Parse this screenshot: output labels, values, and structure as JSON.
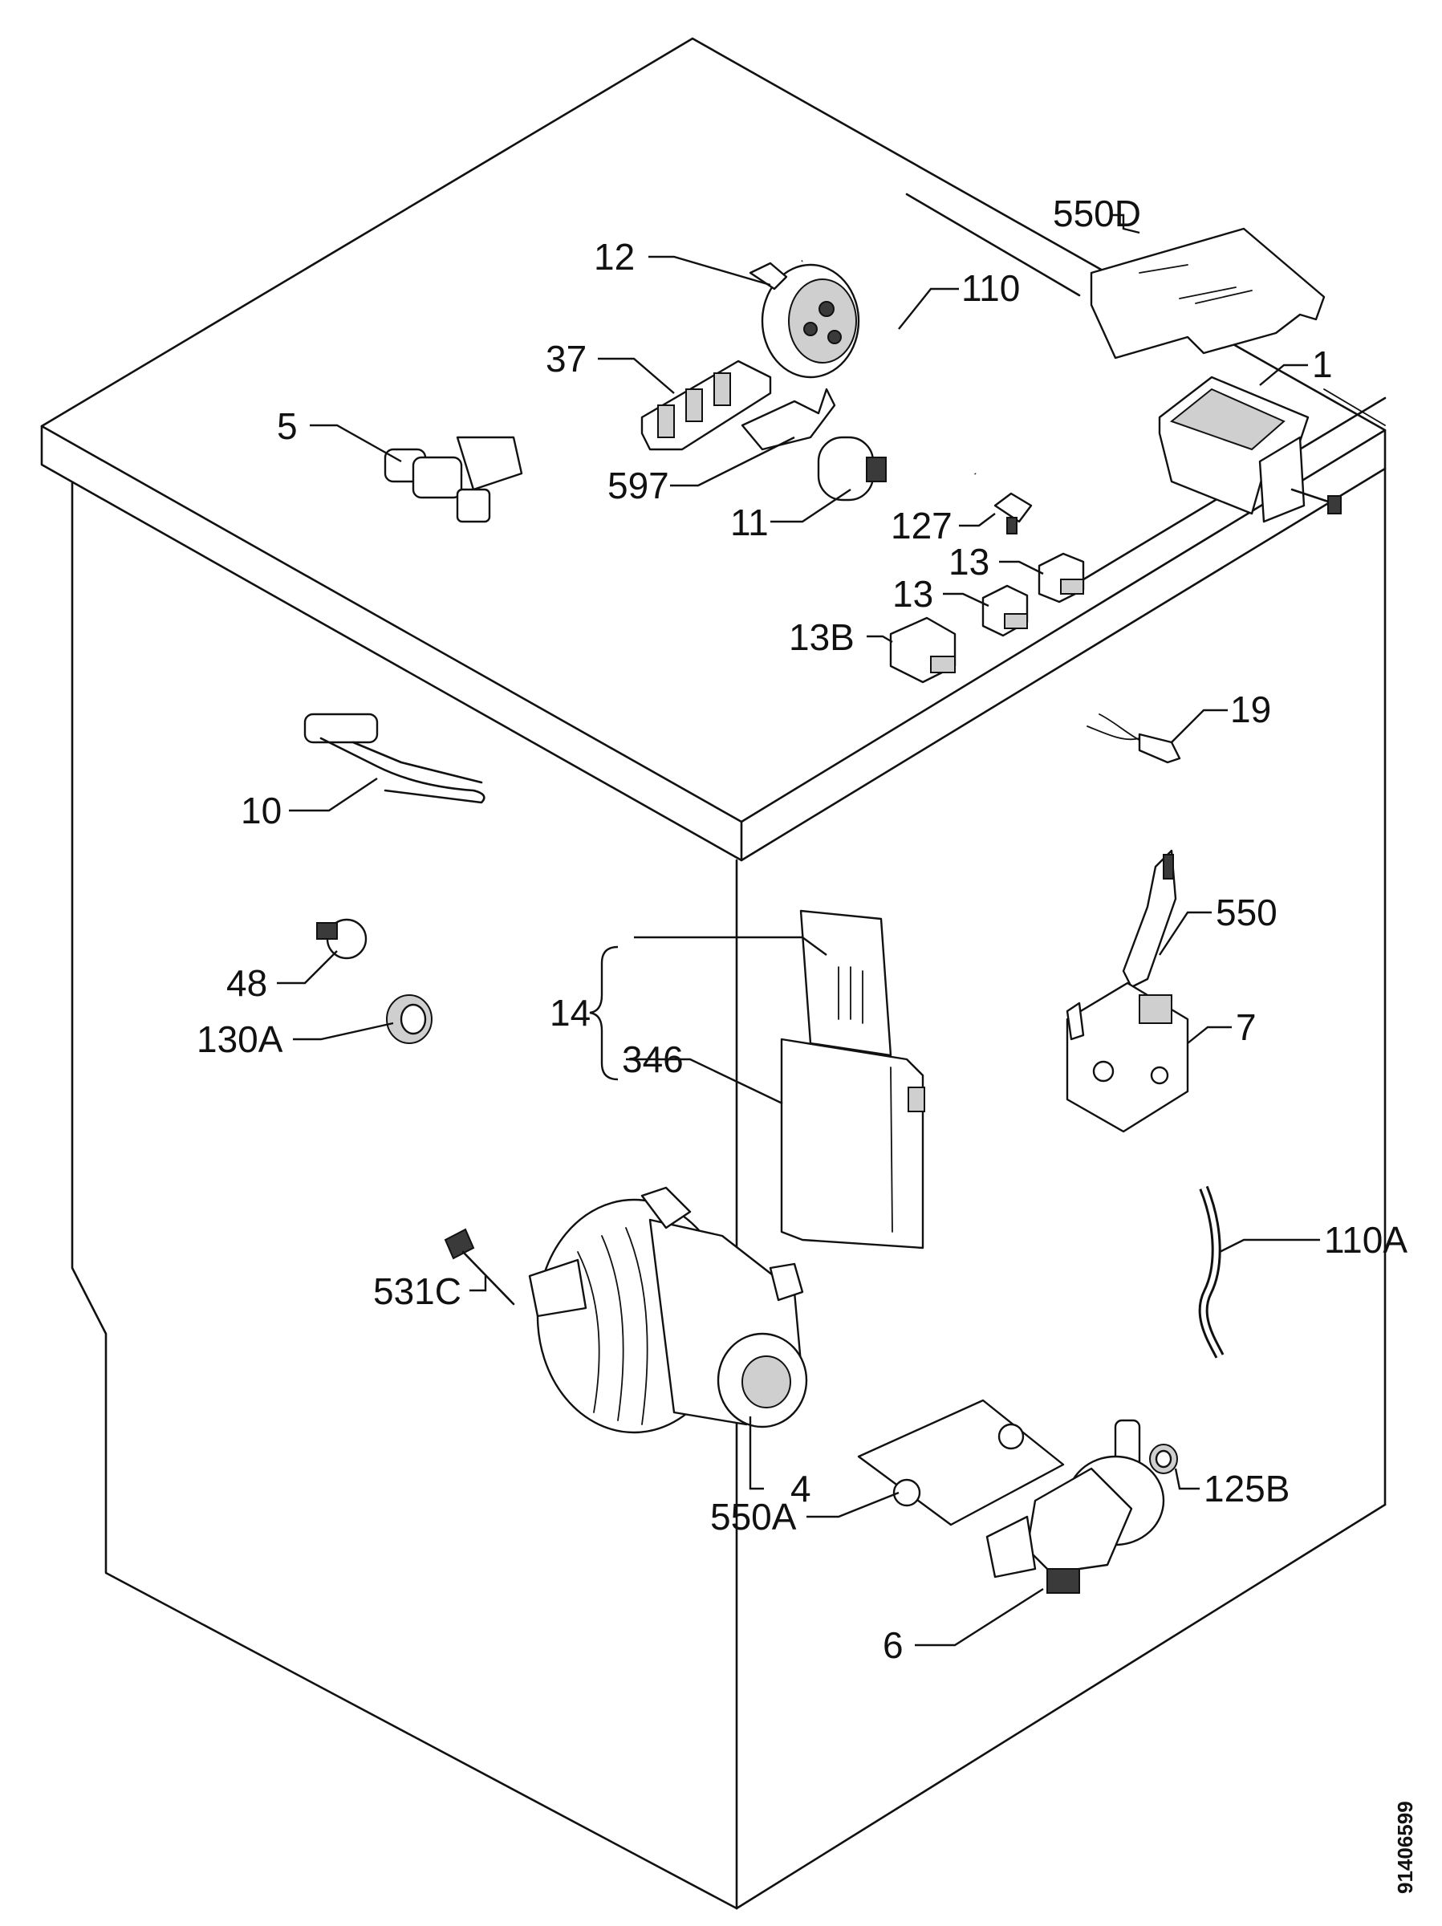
{
  "labels": {
    "l550d": "550D",
    "l12": "12",
    "l110": "110",
    "l37": "37",
    "l1": "1",
    "l5": "5",
    "l597": "597",
    "l11": "11",
    "l127": "127",
    "l13a": "13",
    "l13b": "13",
    "l13B": "13B",
    "l19": "19",
    "l10": "10",
    "l550": "550",
    "l48": "48",
    "l14": "14",
    "l130a": "130A",
    "l7": "7",
    "l346": "346",
    "l110a": "110A",
    "l531c": "531C",
    "l4": "4",
    "l125b": "125B",
    "l550a": "550A",
    "l6": "6"
  },
  "document_id": "91406599"
}
